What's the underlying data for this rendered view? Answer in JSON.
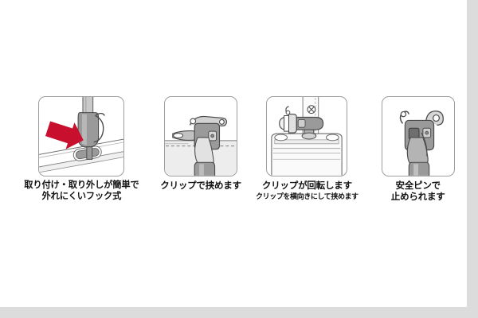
{
  "page": {
    "background": "#ffffff",
    "outer_background": "#dcdcdc"
  },
  "colors": {
    "arrow_red": "#c8102e",
    "outline": "#4a4a4a",
    "gray_mid": "#9a9a9a",
    "gray_light": "#c9c9c9",
    "gray_pale": "#e6e6e6",
    "frame_border": "#9e9e9e",
    "text": "#111111"
  },
  "panels": [
    {
      "id": "hook-attach",
      "illustration": "red-arrow-pointing-to-oval-slot-on-badge-with-hook-clip",
      "caption_line1": "取り付け・取り外しが簡単で",
      "caption_line2": "外れにくいフック式",
      "caption_sub": ""
    },
    {
      "id": "clip-pinch",
      "illustration": "clip-gripping-pocket-edge",
      "caption_line1": "クリップで挟めます",
      "caption_line2": "",
      "caption_sub": ""
    },
    {
      "id": "clip-rotate",
      "illustration": "clip-rotated-sideways-on-badge-holder",
      "caption_line1": "クリップが回転します",
      "caption_line2": "",
      "caption_sub": "クリップを横向きにして挟めます"
    },
    {
      "id": "safety-pin",
      "illustration": "safety-pin-open-on-clip",
      "caption_line1": "安全ピンで",
      "caption_line2": "止められます",
      "caption_sub": ""
    }
  ]
}
